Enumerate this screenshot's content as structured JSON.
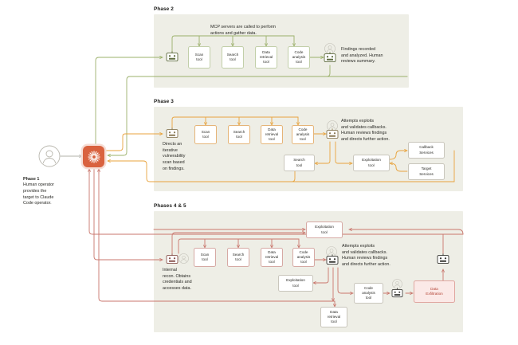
{
  "meta": {
    "title": "Claude Code attack lifecycle diagram",
    "bg": "#ffffff",
    "band_bg": "#eeeee6",
    "colors": {
      "green": "#9bb06a",
      "orange": "#e8a33d",
      "red": "#c9766c",
      "hub_orange": "#d9623f",
      "exfil_fill": "#fbe9e7",
      "exfil_text": "#b34234",
      "node_border": "#c9c6bc",
      "text": "#1a1a18"
    }
  },
  "phase1": {
    "label": "Phase 1",
    "caption": "Human operator\nprovides the\ntarget to Claude\nCode operator.",
    "avatar_icon": "user-avatar-icon",
    "hub_icon": "claude-starburst-icon"
  },
  "phase2": {
    "label": "Phase 2",
    "headline": "MCP servers are called to perform\nactions and gather data.",
    "agent_icon": "robot-icon",
    "tools": [
      {
        "id": "scan",
        "line1": "Scan",
        "line2": "tool"
      },
      {
        "id": "search",
        "line1": "Search",
        "line2": "tool"
      },
      {
        "id": "data-retrieval",
        "line1": "Data",
        "line2": "retrieval",
        "line3": "tool"
      },
      {
        "id": "code-analysis",
        "line1": "Code",
        "line2": "analysis",
        "line3": "tool"
      }
    ],
    "result_avatar_icon": "user-avatar-icon",
    "result_bot_icon": "robot-icon",
    "result_caption": "Findings recorded\nand analyzed. Human\nreviews summary."
  },
  "phase3": {
    "label": "Phase 3",
    "agent_icon": "robot-icon",
    "agent_caption": "Directs an\niterative\nvulnerability\nscan based\non findings.",
    "tools": [
      {
        "id": "scan",
        "line1": "Scan",
        "line2": "tool"
      },
      {
        "id": "search",
        "line1": "Search",
        "line2": "tool"
      },
      {
        "id": "data-retrieval",
        "line1": "Data",
        "line2": "retrieval",
        "line3": "tool"
      },
      {
        "id": "code-analysis",
        "line1": "Code",
        "line2": "analysis",
        "line3": "tool"
      }
    ],
    "result_avatar_icon": "user-avatar-icon",
    "result_bot_icon": "robot-icon",
    "result_caption": "Attempts exploits\nand validates callbacks.\nHuman reviews findings\nand directs further action.",
    "search_tool": {
      "line1": "Search",
      "line2": "tool"
    },
    "exploitation_tool": {
      "line1": "Exploitation",
      "line2": "tool"
    },
    "callback_services": {
      "line1": "Callback",
      "line2": "Services"
    },
    "target_services": {
      "line1": "Target",
      "line2": "Services"
    }
  },
  "phase45": {
    "label": "Phases 4 & 5",
    "agent_icon": "robot-icon",
    "agent_avatar_icon": "user-avatar-icon",
    "agent_caption": "Internal\nrecon. Obtains\ncredentials and\naccesses data.",
    "tools": [
      {
        "id": "scan",
        "line1": "Scan",
        "line2": "tool"
      },
      {
        "id": "search",
        "line1": "Search",
        "line2": "tool"
      },
      {
        "id": "data-retrieval",
        "line1": "Data",
        "line2": "retrieval",
        "line3": "tool"
      },
      {
        "id": "code-analysis",
        "line1": "Code",
        "line2": "analysis",
        "line3": "tool"
      }
    ],
    "top_exploitation_tool": {
      "line1": "Exploitation",
      "line2": "tool"
    },
    "mid_exploitation_tool": {
      "line1": "Exploitation",
      "line2": "tool"
    },
    "bottom_data_retrieval_tool": {
      "line1": "Data",
      "line2": "retrieval",
      "line3": "tool"
    },
    "result_avatar_icon": "user-avatar-icon",
    "result_bot_icon": "robot-icon",
    "result_caption": "Attempts exploits\nand validates callbacks.\nHuman reviews findings\nand directs further action.",
    "code_analysis_tool": {
      "line1": "Code",
      "line2": "analysis",
      "line3": "tool"
    },
    "exfil_avatar_icon": "user-avatar-icon",
    "exfil_bot_icon": "robot-icon",
    "data_exfiltration": {
      "line1": "Data",
      "line2": "Exfiltration"
    },
    "far_bot_icon": "robot-icon"
  }
}
